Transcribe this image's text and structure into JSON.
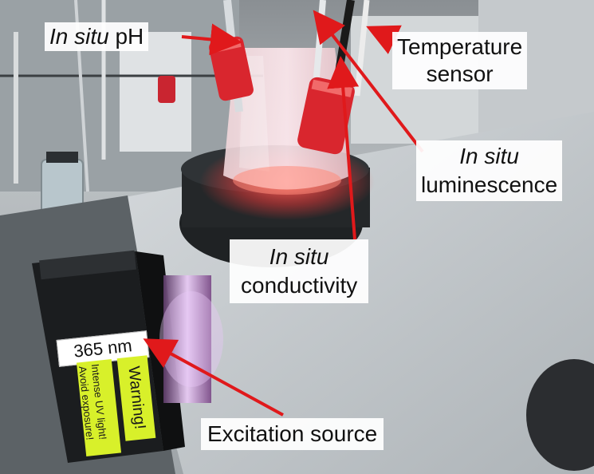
{
  "labels": {
    "ph": {
      "italic": "In situ",
      "normal": "pH"
    },
    "temperature": {
      "line1": "Temperature",
      "line2": "sensor"
    },
    "luminescence": {
      "line1": "In situ",
      "line2": "luminescence"
    },
    "conductivity": {
      "line1": "In situ",
      "line2": "conductivity"
    },
    "excitation": "Excitation source"
  },
  "source_box": {
    "wavelength_label": "365 nm",
    "warning_label": "Warning!",
    "caution_line1": "Intense UV light!",
    "caution_line2": "Avoid exposure!"
  },
  "colors": {
    "arrow": "#e0191b",
    "cap": "#d9262e",
    "glow": "#ff5050",
    "sticker_yellow": "#d8f02a"
  }
}
